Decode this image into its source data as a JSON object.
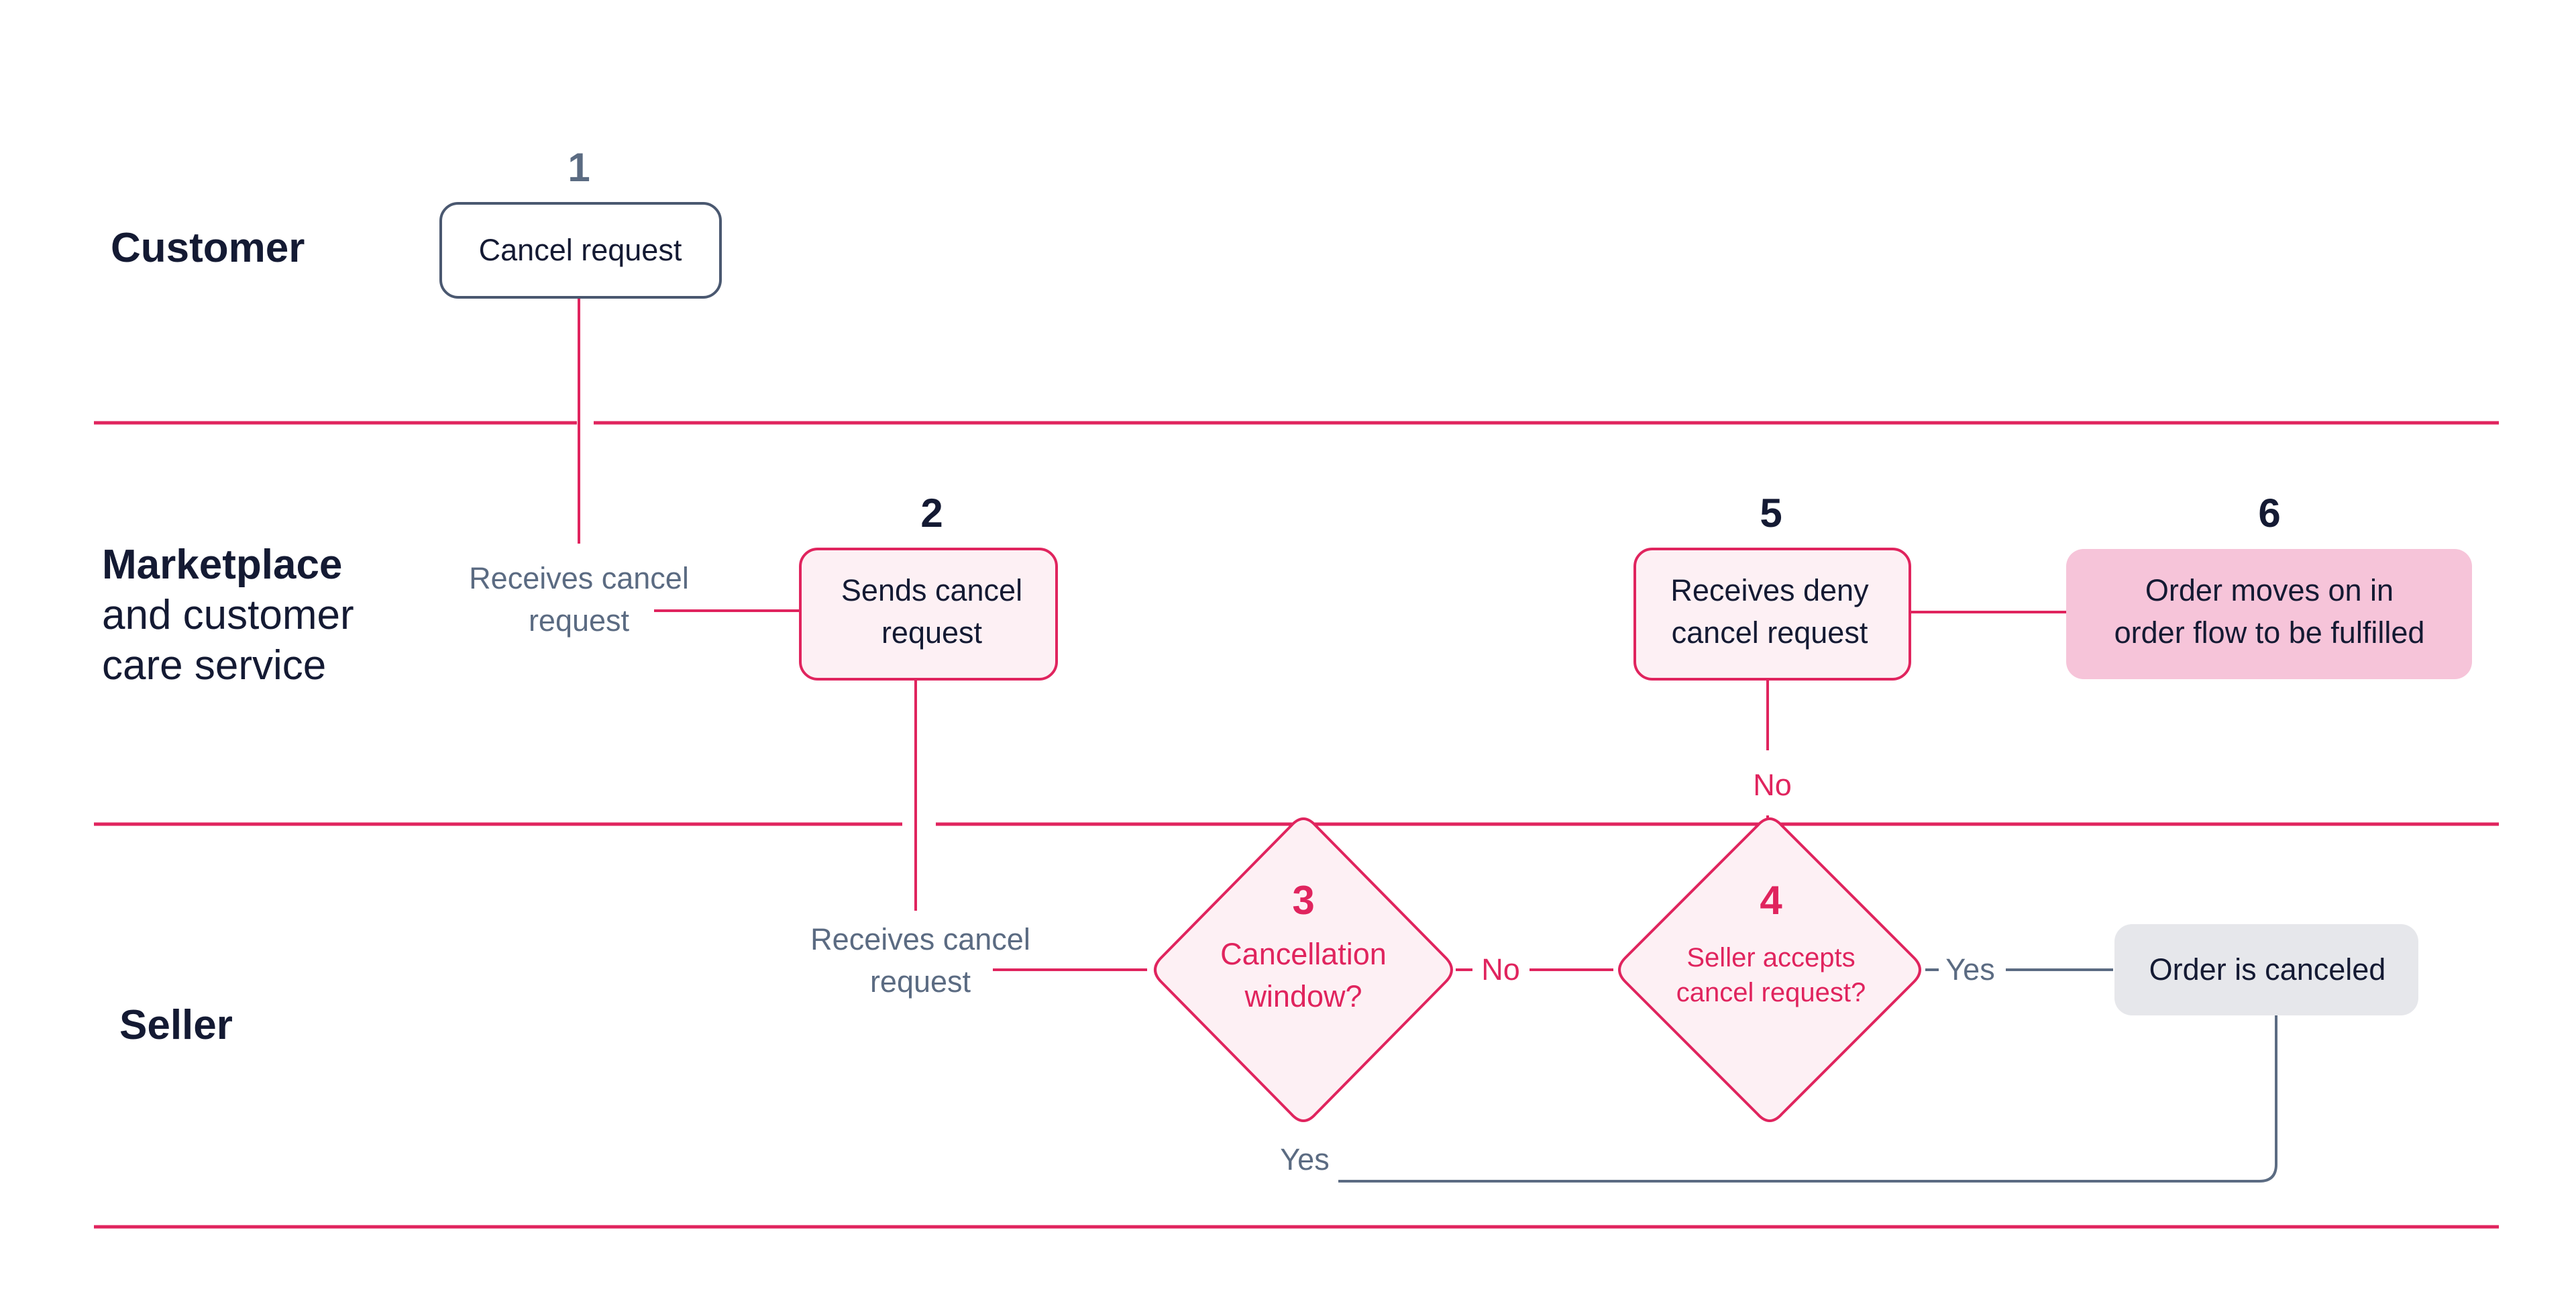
{
  "colors": {
    "accent": "#e0245e",
    "divider": "#e0245e",
    "dark_text": "#141a33",
    "muted_text": "#5b6b82",
    "light_pink_fill": "#fdf0f4",
    "pink_fill": "#f6c4d9",
    "grey_fill": "#e6e7eb"
  },
  "lanes": {
    "customer": "Customer",
    "marketplace_line1": "Marketplace",
    "marketplace_line2": "and customer",
    "marketplace_line3": "care service",
    "seller": "Seller"
  },
  "steps": {
    "s1": {
      "number": "1",
      "label": "Cancel request"
    },
    "s2": {
      "number": "2",
      "label_line1": "Sends cancel",
      "label_line2": "request"
    },
    "s3": {
      "number": "3",
      "label_line1": "Cancellation",
      "label_line2": "window?"
    },
    "s4": {
      "number": "4",
      "label_line1": "Seller accepts",
      "label_line2": "cancel request?"
    },
    "s5": {
      "number": "5",
      "label_line1": "Receives deny",
      "label_line2": "cancel request"
    },
    "s6": {
      "number": "6",
      "label_line1": "Order moves on in",
      "label_line2": "order flow to be fulfilled"
    },
    "canceled": {
      "label": "Order is canceled"
    }
  },
  "annotations": {
    "receives_market_line1": "Receives cancel",
    "receives_market_line2": "request",
    "receives_seller_line1": "Receives cancel",
    "receives_seller_line2": "request",
    "no_3_to_4": "No",
    "no_4_to_5": "No",
    "yes_4": "Yes",
    "yes_3": "Yes"
  }
}
